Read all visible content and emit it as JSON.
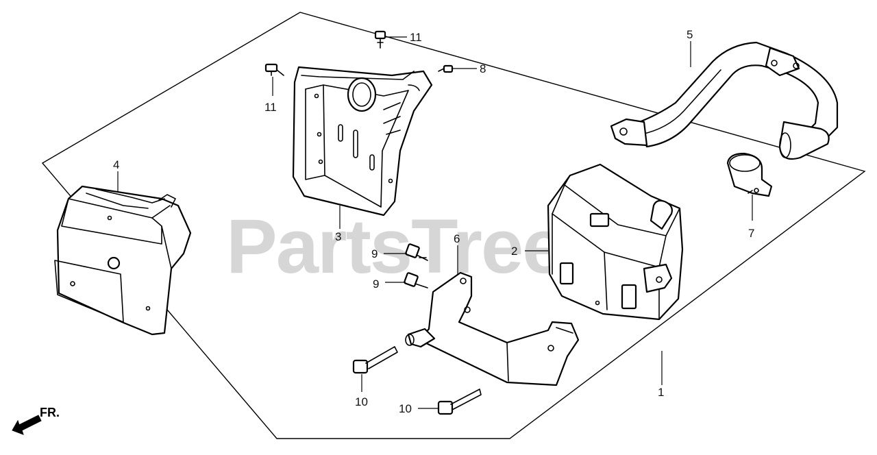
{
  "watermark": {
    "text": "PartsTree",
    "trademark": "™"
  },
  "direction_label": "FR.",
  "callouts": {
    "c1": "1",
    "c2": "2",
    "c3": "3",
    "c4": "4",
    "c5": "5",
    "c6": "6",
    "c7": "7",
    "c8": "8",
    "c9a": "9",
    "c9b": "9",
    "c10a": "10",
    "c10b": "10",
    "c11a": "11",
    "c11b": "11"
  }
}
